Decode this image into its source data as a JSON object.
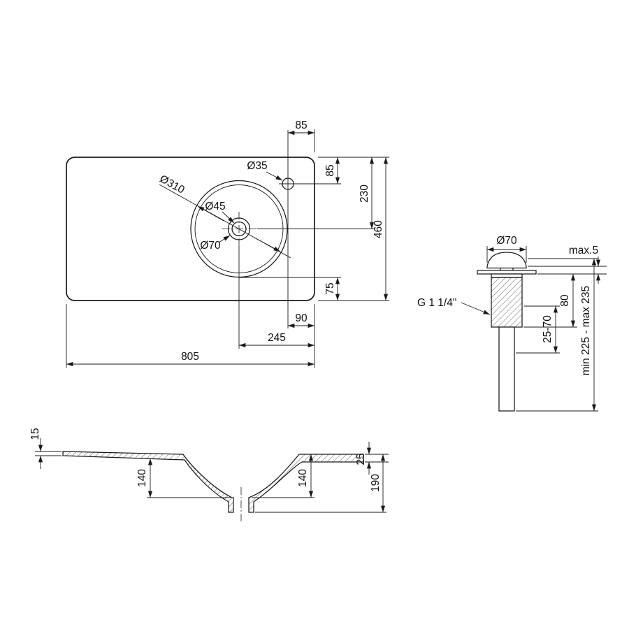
{
  "drawing_title": "washbasin-dimension-drawing",
  "top_view": {
    "dims": {
      "faucet_offset_top": "85",
      "faucet_offset_right": "85",
      "drain_from_top": "230",
      "depth": "460",
      "bowl_to_bottom": "75",
      "bowl_to_right": "90",
      "drain_from_right": "245",
      "width": "805"
    },
    "labels": {
      "bowl_diameter": "Ø310",
      "drain_inner": "Ø45",
      "drain_outer": "Ø70",
      "faucet_hole": "Ø35"
    }
  },
  "drain_view": {
    "cap_diameter": "Ø70",
    "flange_height": "max.5",
    "thread_spec": "G 1 1/4\"",
    "thread_length": "80",
    "clamp_range": "25-70",
    "overall_length": "min 225 - max 235"
  },
  "section_view": {
    "edge_left": "15",
    "depth_left": "140",
    "depth_right": "140",
    "edge_right": "25",
    "height": "190"
  }
}
